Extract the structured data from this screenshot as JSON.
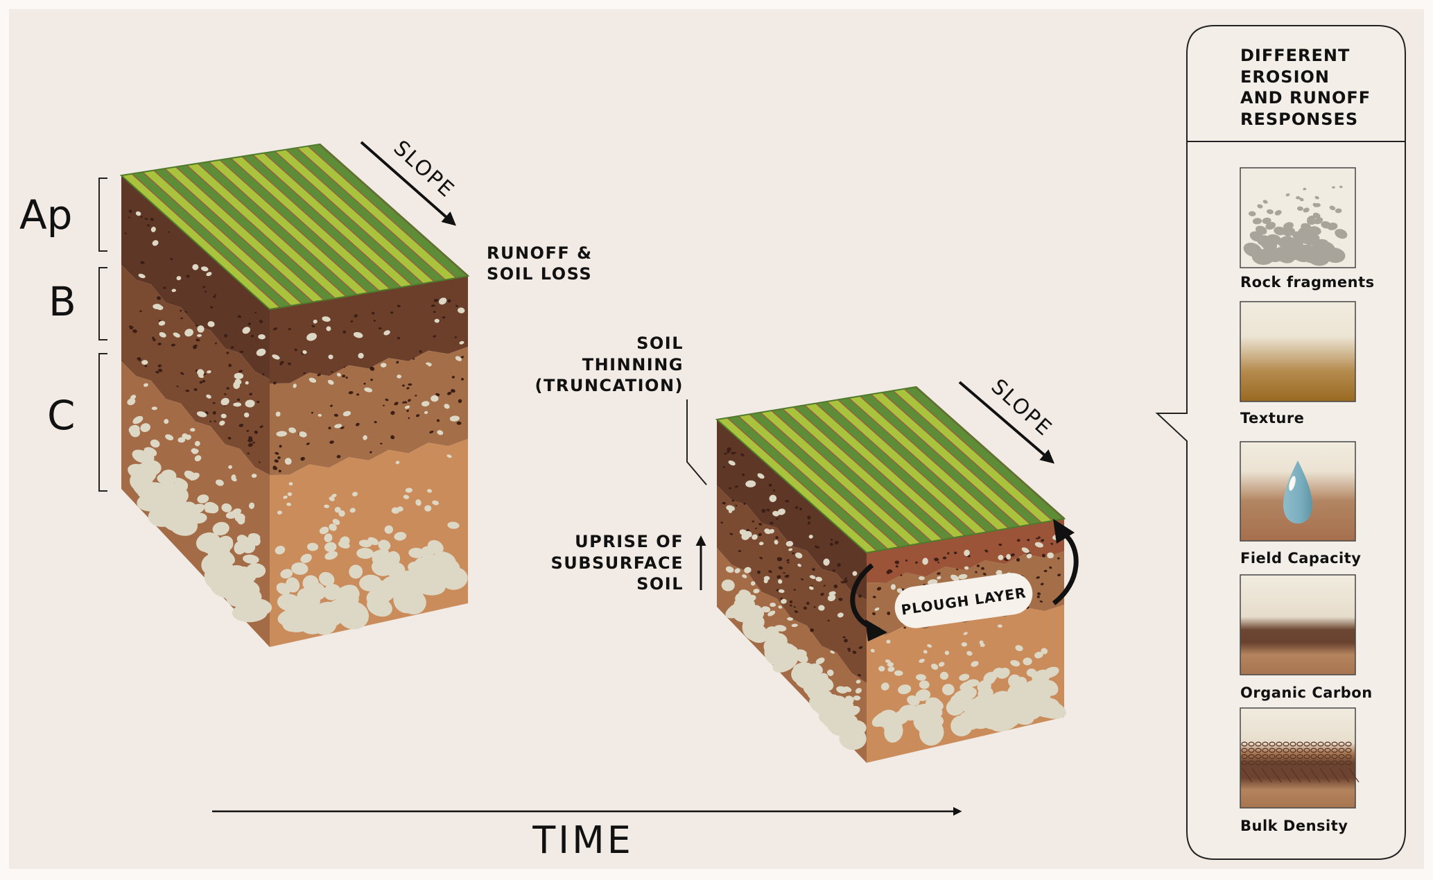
{
  "horizons": {
    "ap": "Ap",
    "b": "B",
    "c": "C"
  },
  "block1": {
    "slope_label": "SLOPE",
    "runoff_lines": [
      "RUNOFF &",
      "SOIL LOSS"
    ]
  },
  "block2": {
    "slope_label": "SLOPE",
    "thinning_lines": [
      "SOIL",
      "THINNING",
      "(TRUNCATION)"
    ],
    "uprise_lines": [
      "UPRISE OF",
      "SUBSURFACE",
      "SOIL"
    ],
    "plough_label": "PLOUGH LAYER"
  },
  "time_label": "TIME",
  "panel": {
    "title_lines": [
      "DIFFERENT",
      "EROSION",
      "AND RUNOFF",
      "RESPONSES"
    ],
    "items": [
      {
        "label": "Rock fragments",
        "icon": "rock-fragments-swatch"
      },
      {
        "label": "Texture",
        "icon": "texture-swatch"
      },
      {
        "label": "Field Capacity",
        "icon": "water-drop-swatch"
      },
      {
        "label": "Organic Carbon",
        "icon": "organic-carbon-swatch"
      },
      {
        "label": "Bulk Density",
        "icon": "bulk-density-swatch"
      }
    ]
  },
  "colors": {
    "background": "#f2ebe5",
    "grass_light": "#a9c43c",
    "grass_dark": "#5d8e37",
    "furrow": "#9a5d44",
    "soil_dark": "#5f3727",
    "soil_mid": "#7b4b31",
    "soil_light": "#a36b46",
    "front_dark": "#6b3f2a",
    "front_mid": "#a46f48",
    "front_light": "#cb8c5c",
    "plough_red": "#9b5437",
    "rock": "#ddd8c5"
  }
}
